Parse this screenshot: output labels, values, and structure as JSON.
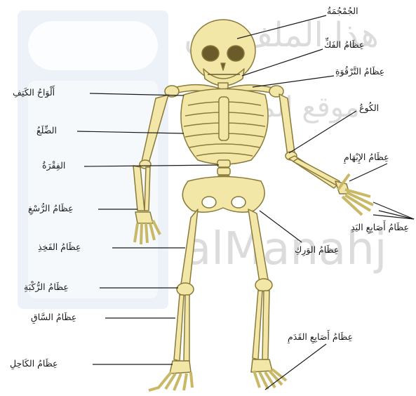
{
  "labels": {
    "skull": "الجُمْجُمَةُ",
    "jaw": "عِظَامُ الفَكِّ",
    "clavicle": "عِظَامُ التَّرْقُوَةِ",
    "scapula": "أَلْوَاحُ الكَتِفِ",
    "elbow": "الكُوعُ",
    "rib": "الضِّلَعُ",
    "thumb": "عِظَامُ الإِبْهَامِ",
    "vertebra": "الفِقْرَةُ",
    "wrist": "عِظَامُ الرُّسْغِ",
    "fingers": "عِظَامُ أَصَابِعِ اليَدِ",
    "femur": "عِظَامُ الفَخِذِ",
    "hip": "عِظَامُ الوَرِكِ",
    "knee": "عِظَامُ الرُّكْبَةِ",
    "shin": "عِظَامُ السَّاقِ",
    "toes": "عِظَامُ أَصَابِعِ القَدَمِ",
    "ankle": "عِظَامُ الكَاحِلِ"
  },
  "watermark": {
    "brand": "alManahj",
    "arabic_line1": "هذا الملف من",
    "arabic_line2": "موقع المناهج"
  },
  "colors": {
    "bone": "#f3e7a8",
    "bone_outline": "#8a7a3a",
    "leader_line": "#1a1a1a",
    "watermark": "#dcdcdc"
  }
}
